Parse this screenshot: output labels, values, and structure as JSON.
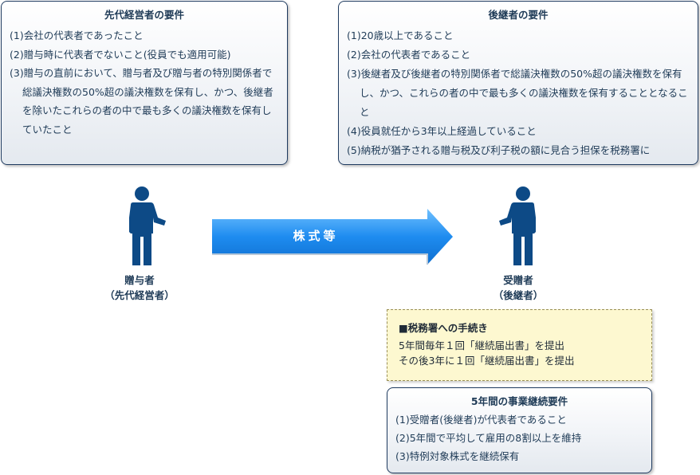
{
  "left_box": {
    "title": "先代経営者の要件",
    "items": [
      "(1)会社の代表者であったこと",
      "(2)贈与時に代表者でないこと(役員でも適用可能)",
      "(3)贈与の直前において、贈与者及び贈与者の特別関係者で総議決権数の50%超の議決権数を保有し、かつ、後継者を除いたこれらの者の中で最も多くの議決権数を保有していたこと"
    ]
  },
  "right_box": {
    "title": "後継者の要件",
    "items": [
      "(1)20歳以上であること",
      "(2)会社の代表者であること",
      "(3)後継者及び後継者の特別関係者で総議決権数の50%超の議決権数を保有し、かつ、これらの者の中で最も多くの議決権数を保有することとなること",
      "(4)役員就任から3年以上経過していること",
      "(5)納税が猶予される贈与税及び利子税の額に見合う担保を税務署に"
    ]
  },
  "donor": {
    "name": "贈与者",
    "role": "（先代経営者）",
    "icon": "person-icon"
  },
  "recipient": {
    "name": "受贈者",
    "role": "（後継者）",
    "icon": "person-icon"
  },
  "arrow": {
    "label": "株式等",
    "color": "#1e90f0"
  },
  "procedure": {
    "title": "■税務署への手続き",
    "lines": [
      "5年間毎年１回「継続届出書」を提出",
      "その後3年に１回「継続届出書」を提出"
    ]
  },
  "requirements": {
    "title": "5年間の事業継続要件",
    "items": [
      "(1)受贈者(後継者)が代表者であること",
      "(2)5年間で平均して雇用の8割以上を維持",
      "(3)特例対象株式を継続保有"
    ]
  },
  "colors": {
    "figure": "#0d4a86",
    "border": "#1e3a5f",
    "text": "#1f3b57"
  }
}
